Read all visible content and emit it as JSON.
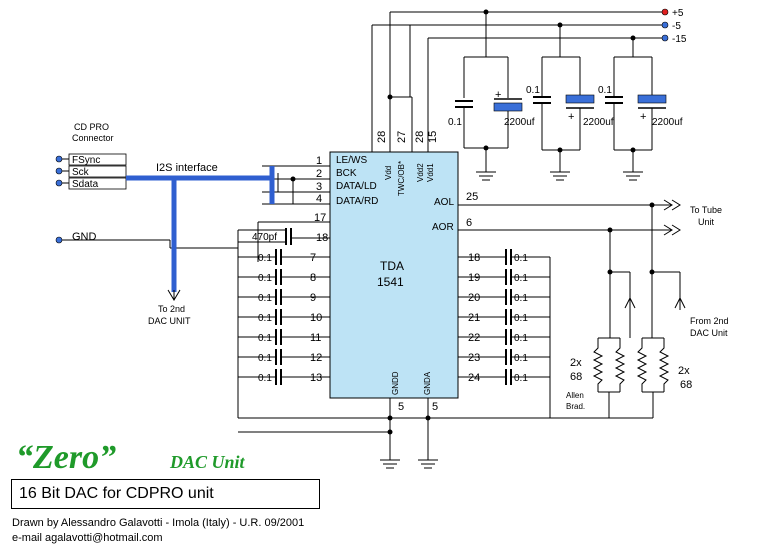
{
  "title": {
    "zero": "“Zero”",
    "dac_unit": "DAC Unit",
    "subtitle": "16 Bit DAC for CDPRO unit",
    "credit": "Drawn by Alessandro Galavotti - Imola (Italy) - U.R. 09/2001",
    "email": "e-mail  agalavotti@hotmail.com"
  },
  "connector": {
    "title_line1": "CD PRO",
    "title_line2": "Connector",
    "pins": [
      "FSync",
      "Sck",
      "Sdata"
    ],
    "bus_label": "I2S interface",
    "gnd_label": "GND",
    "to_2nd_line1": "To 2nd",
    "to_2nd_line2": "DAC UNIT"
  },
  "ic": {
    "name_line1": "TDA",
    "name_line2": "1541",
    "left_pin_numbers": [
      "1",
      "2",
      "3",
      "4",
      "17",
      "18"
    ],
    "left_pin_labels": [
      "LE/WS",
      "BCK",
      "DATA/LD",
      "DATA/RD"
    ],
    "top_pin_numbers": [
      "28",
      "27",
      "28",
      "15"
    ],
    "top_pin_labels": [
      "Vdd",
      "TWC/OB*",
      "Vdd2",
      "Vdd1"
    ],
    "right_pin_labels": [
      "AOL",
      "AOR"
    ],
    "right_pin_numbers": [
      "25",
      "6"
    ],
    "bottom_pin_labels": [
      "GNDD",
      "GNDA"
    ],
    "bottom_pin_numbers": [
      "5",
      "5"
    ],
    "left_cap_pins": [
      "7",
      "8",
      "9",
      "10",
      "11",
      "12",
      "13"
    ],
    "right_cap_pins": [
      "18",
      "19",
      "20",
      "21",
      "22",
      "23",
      "24"
    ]
  },
  "components": {
    "cap_470": "470pf",
    "cap_01": "0.1",
    "cap_2200": "2200uf",
    "plus": "+",
    "res_left_line1": "2x",
    "res_left_line2": "68",
    "res_note_line1": "Allen",
    "res_note_line2": "Brad.",
    "res_right_line1": "2x",
    "res_right_line2": "68"
  },
  "power": {
    "rails": [
      "+5",
      "-5",
      "-15"
    ],
    "rail_colors": [
      "#e02020",
      "#3a6fd8",
      "#3a6fd8"
    ]
  },
  "outputs": {
    "to_tube_line1": "To Tube",
    "to_tube_line2": "Unit",
    "from_2nd_line1": "From 2nd",
    "from_2nd_line2": "DAC Unit"
  }
}
